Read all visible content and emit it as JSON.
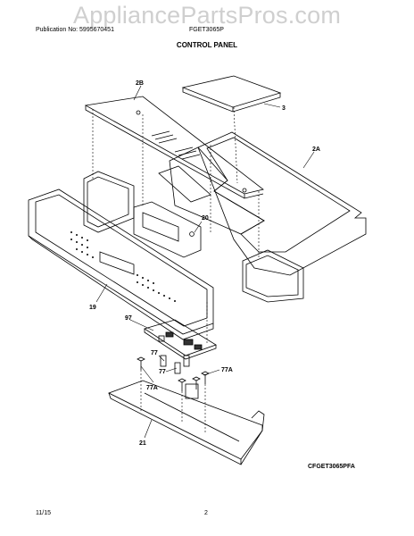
{
  "header": {
    "watermark": "AppliancePartsPros.com",
    "publication": "Publication No: 5995670451",
    "model": "FGET3065P",
    "title": "CONTROL PANEL"
  },
  "callouts": {
    "c2B": "2B",
    "c3": "3",
    "c2A": "2A",
    "c20": "20",
    "c19": "19",
    "c97": "97",
    "c77a_top": "77",
    "c77a_mid": "77",
    "c77A_left": "77A",
    "c77A_right": "77A",
    "c21": "21"
  },
  "footer": {
    "diagram_code": "CFGET3065PFA",
    "date": "11/15",
    "page": "2"
  }
}
